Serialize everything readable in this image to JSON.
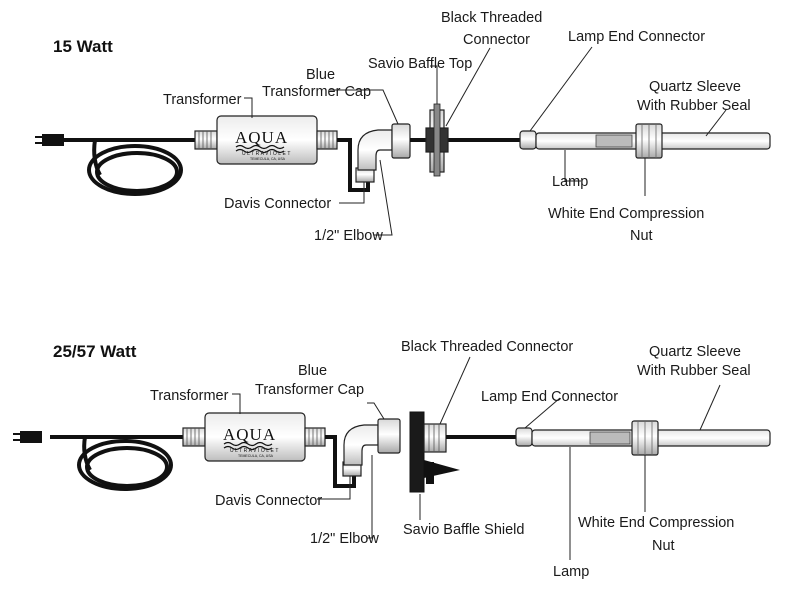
{
  "diagram_top": {
    "title": "15 Watt",
    "labels": {
      "transformer": "Transformer",
      "blue_cap_1": "Blue",
      "blue_cap_2": "Transformer Cap",
      "savio_baffle_top": "Savio Baffle Top",
      "black_threaded_1": "Black Threaded",
      "black_threaded_2": "Connector",
      "lamp_end_connector": "Lamp End Connector",
      "quartz_1": "Quartz Sleeve",
      "quartz_2": "With Rubber Seal",
      "lamp": "Lamp",
      "white_nut_1": "White End Compression",
      "white_nut_2": "Nut",
      "davis_connector": "Davis Connector",
      "elbow": "1/2\" Elbow"
    }
  },
  "diagram_bottom": {
    "title": "25/57 Watt",
    "labels": {
      "transformer": "Transformer",
      "blue_cap_1": "Blue",
      "blue_cap_2": "Transformer Cap",
      "black_threaded": "Black Threaded Connector",
      "lamp_end_connector": "Lamp End Connector",
      "quartz_1": "Quartz Sleeve",
      "quartz_2": "With Rubber Seal",
      "davis_connector": "Davis Connector",
      "elbow": "1/2\" Elbow",
      "savio_baffle_shield": "Savio Baffle Shield",
      "white_nut_1": "White End Compression",
      "white_nut_2": "Nut",
      "lamp": "Lamp"
    }
  },
  "brand": {
    "name": "AQUA",
    "sub": "ULTRAVIOLET",
    "location": "TEMECULA, CA, USA"
  },
  "colors": {
    "line": "#222222",
    "cable": "#111111",
    "background": "#ffffff"
  }
}
